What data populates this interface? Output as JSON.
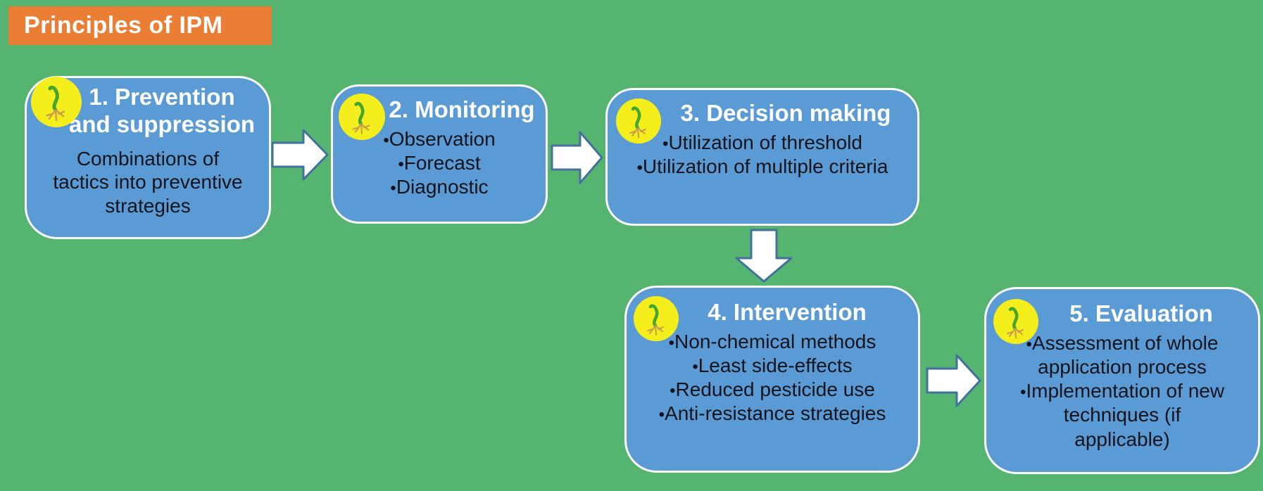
{
  "title": "Principles of IPM",
  "colors": {
    "background": "#56b471",
    "title_background": "#ea7e35",
    "title_text": "#ffffff",
    "box_fill": "#5b9bd5",
    "box_border": "#fdfdfd",
    "heading_text": "#ffffff",
    "body_text": "#13131b",
    "arrow_fill": "#ffffff",
    "arrow_border": "#41719c",
    "badge_fill": "#f5ee1d",
    "sprout_green": "#46a52c",
    "root_tan": "#c79a4e"
  },
  "icon": {
    "name": "seedling-icon",
    "meaning": "germinating seed sprout in yellow circle"
  },
  "steps": [
    {
      "heading": "1. Prevention and suppression",
      "body": "Combinations of tactics into preventive strategies",
      "bullets": []
    },
    {
      "heading": "2. Monitoring",
      "bullets": [
        "Observation",
        "Forecast",
        "Diagnostic"
      ]
    },
    {
      "heading": "3. Decision making",
      "bullets": [
        "Utilization of threshold",
        "Utilization of multiple criteria"
      ]
    },
    {
      "heading": "4. Intervention",
      "bullets": [
        "Non-chemical methods",
        "Least side-effects",
        "Reduced pesticide use",
        "Anti-resistance strategies"
      ]
    },
    {
      "heading": "5. Evaluation",
      "bullets": [
        "Assessment of whole application process",
        "Implementation of new techniques (if applicable)"
      ]
    }
  ]
}
